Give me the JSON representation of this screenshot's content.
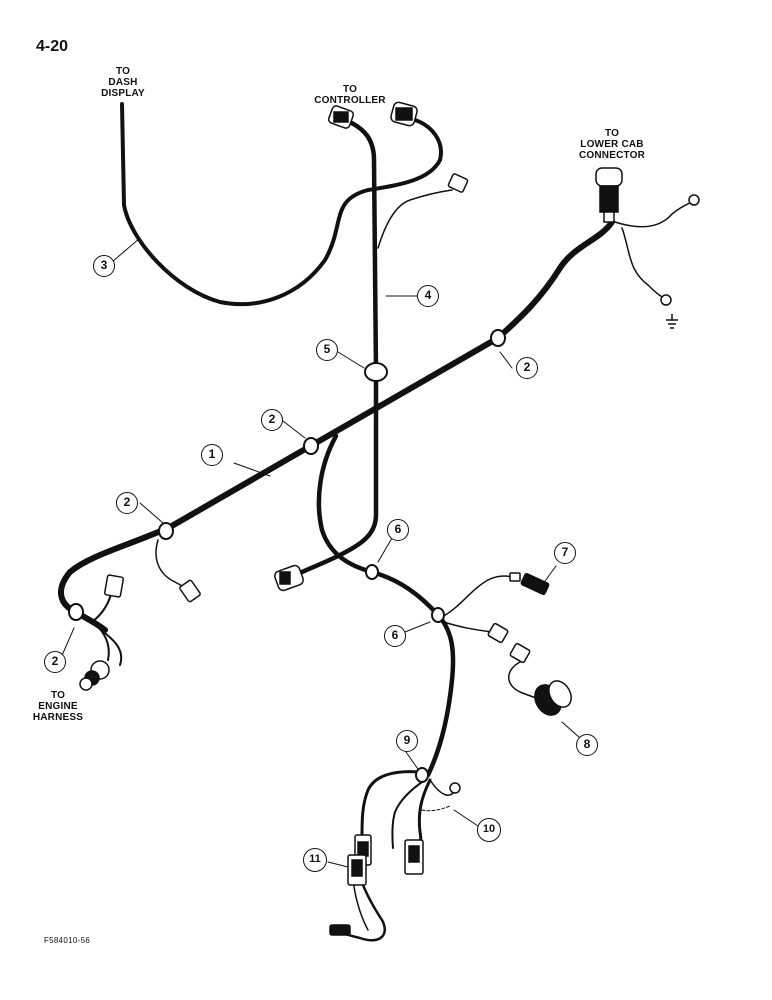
{
  "page_number": "4-20",
  "figure_id": "F584010-56",
  "destinations": {
    "dash": "TO\nDASH\nDISPLAY",
    "controller": "TO\nCONTROLLER",
    "lower_cab": "TO\nLOWER CAB\nCONNECTOR",
    "engine": "TO\nENGINE\nHARNESS"
  },
  "callouts": [
    "1",
    "2",
    "2",
    "2",
    "2",
    "3",
    "4",
    "5",
    "6",
    "6",
    "7",
    "8",
    "9",
    "10",
    "11"
  ]
}
